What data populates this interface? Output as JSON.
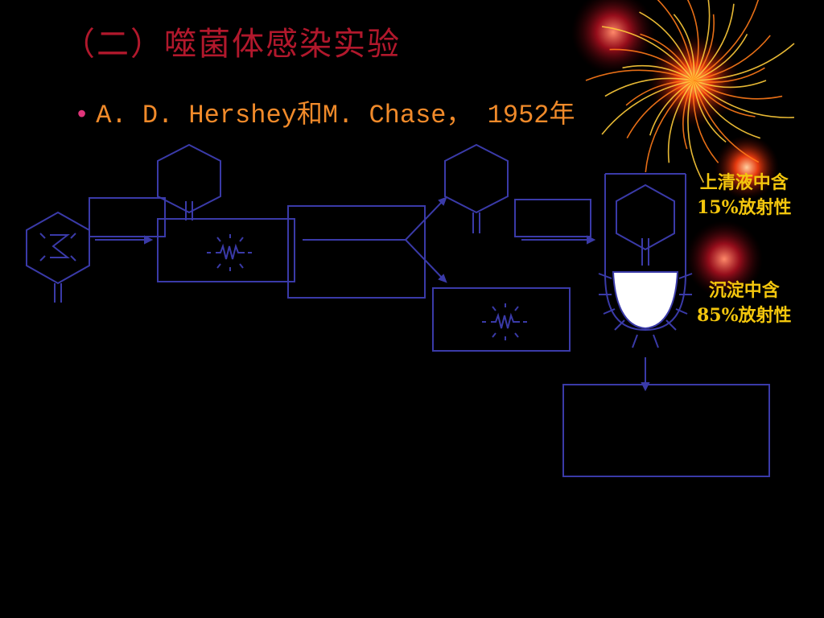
{
  "slide": {
    "title": "（二）噬菌体感染实验",
    "bullet": {
      "marker": "•",
      "text": "A. D. Hershey和M. Chase， 1952年"
    }
  },
  "notes": {
    "supernatant_line1": "上清液中含",
    "supernatant_line2": "15%放射性",
    "precipitate_line1": "沉淀中含",
    "precipitate_line2": "85%放射性"
  },
  "colors": {
    "title": "#b1182c",
    "bullet_text": "#f08a2a",
    "bullet_marker": "#e0357a",
    "diagram_stroke": "#3a3aa8",
    "note_text": "#f3c60d"
  }
}
